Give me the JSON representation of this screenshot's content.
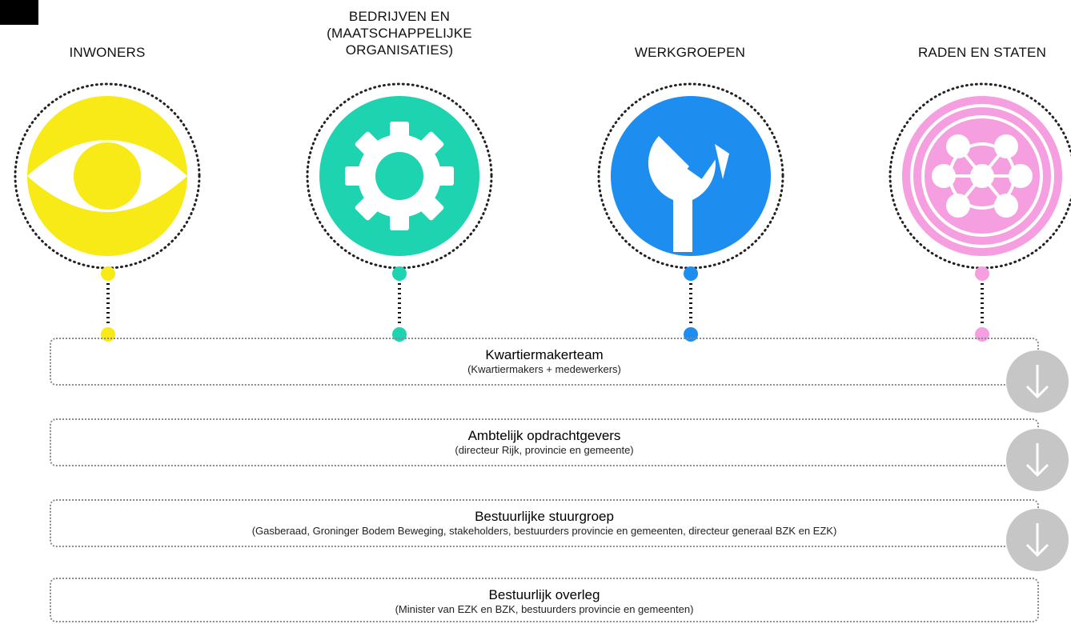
{
  "groups": [
    {
      "title_lines": [
        "INWONERS"
      ],
      "icon": "eye-icon",
      "color": "#f7ea16"
    },
    {
      "title_lines": [
        "BEDRIJVEN EN",
        "(MAATSCHAPPELIJKE",
        "ORGANISATIES)"
      ],
      "icon": "gear-icon",
      "color": "#1ed3b0"
    },
    {
      "title_lines": [
        "WERKGROEPEN"
      ],
      "icon": "wrench-icon",
      "color": "#1d8ef0"
    },
    {
      "title_lines": [
        "RADEN EN STATEN"
      ],
      "icon": "network-icon",
      "color": "#f59ee0"
    }
  ],
  "levels": [
    {
      "title": "Kwartiermakerteam",
      "subtitle": "(Kwartiermakers + medewerkers)"
    },
    {
      "title": "Ambtelijk opdrachtgevers",
      "subtitle": "(directeur Rijk, provincie en gemeente)"
    },
    {
      "title": "Bestuurlijke stuurgroep",
      "subtitle": "(Gasberaad, Groninger Bodem Beweging, stakeholders, bestuurders provincie en gemeenten, directeur generaal BZK en EZK)"
    },
    {
      "title": "Bestuurlijk overleg",
      "subtitle": "(Minister van EZK en BZK, bestuurders provincie en gemeenten)"
    }
  ],
  "arrows": {
    "icon": "arrow-down-icon",
    "color": "#c6c6c6"
  }
}
